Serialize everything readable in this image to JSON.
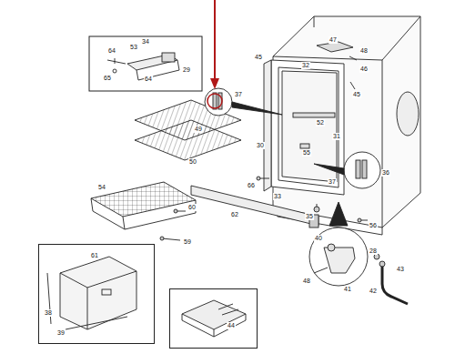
{
  "diagram": {
    "nodes": [
      {
        "text": [
          "34",
          "53",
          "64",
          "29",
          "64",
          "65"
        ]
      },
      {
        "text": [
          "61",
          "38",
          "39"
        ]
      },
      {
        "text": [
          "44"
        ]
      }
    ],
    "labels": [
      "45",
      "32",
      "47",
      "48",
      "46",
      "45",
      "37",
      "52",
      "49",
      "50",
      "30",
      "55",
      "31",
      "37",
      "36",
      "66",
      "33",
      "54",
      "60",
      "59",
      "62",
      "35",
      "56",
      "28",
      "40",
      "43",
      "48",
      "41",
      "42"
    ]
  }
}
